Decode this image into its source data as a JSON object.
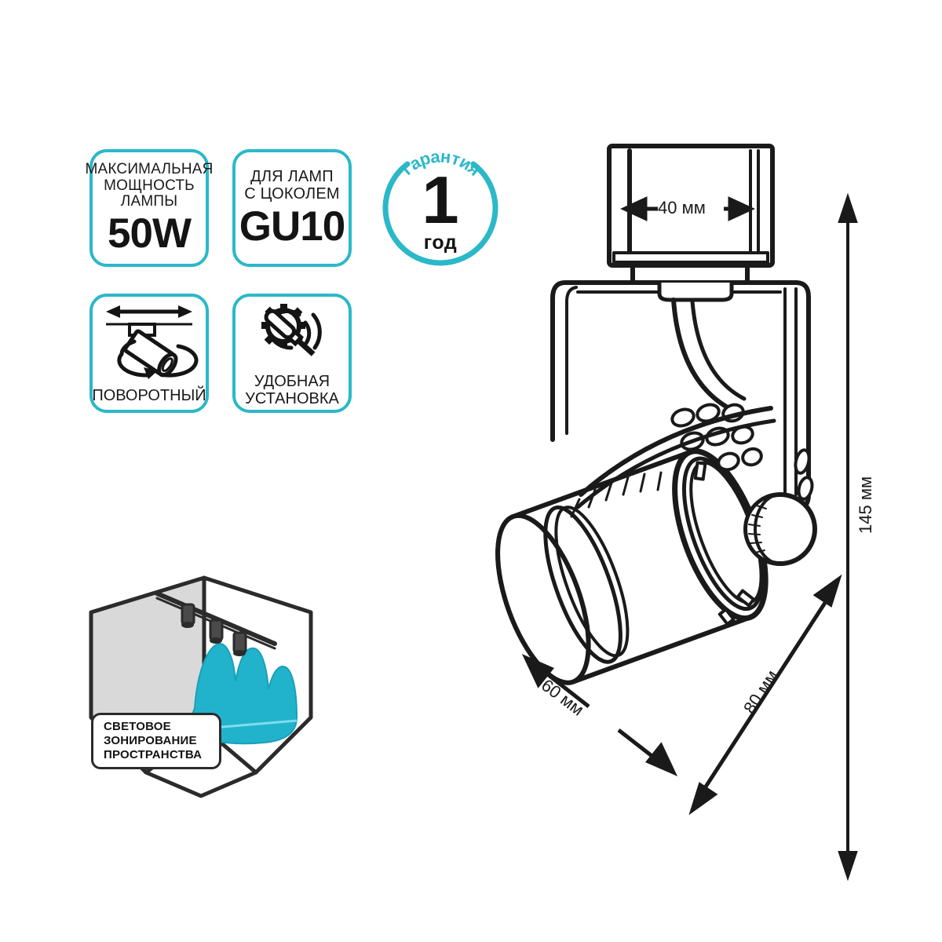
{
  "theme": {
    "accent_teal": "#2bb8c8",
    "light_pool_teal": "#22b3cc",
    "line_black": "#1a1a1a",
    "wall_grey": "#d9d9d9"
  },
  "badges": {
    "power": {
      "caption": "МАКСИМАЛЬНАЯ\nМОЩНОСТЬ\nЛАМПЫ",
      "value": "50W",
      "icon": "power-badge"
    },
    "socket": {
      "caption": "ДЛЯ ЛАМП\nС ЦОКОЛЕМ",
      "value": "GU10",
      "icon": "socket-badge"
    },
    "rotatable": {
      "label": "ПОВОРОТНЫЙ",
      "icon": "rotatable-spotlight-icon"
    },
    "install": {
      "label": "УДОБНАЯ\nУСТАНОВКА",
      "icon": "gear-screwdriver-icon"
    },
    "warranty": {
      "arc_text": "гарантия",
      "arc_letters": [
        "г",
        "а",
        "р",
        "а",
        "н",
        "т",
        "и",
        "я"
      ],
      "number": "1",
      "unit": "год"
    }
  },
  "zoning": {
    "callout_line1": "СВЕТОВОЕ",
    "callout_line2": "ЗОНИРОВАНИЕ",
    "callout_line3": "ПРОСТРАНСТВА",
    "icon": "room-light-zoning-illustration",
    "spotlight_count": 3
  },
  "product": {
    "icon": "track-spotlight-technical-drawing",
    "dimensions": {
      "adapter_width": "40 мм",
      "lens_diameter": "60 мм",
      "depth": "80 мм",
      "height": "145 мм"
    }
  }
}
